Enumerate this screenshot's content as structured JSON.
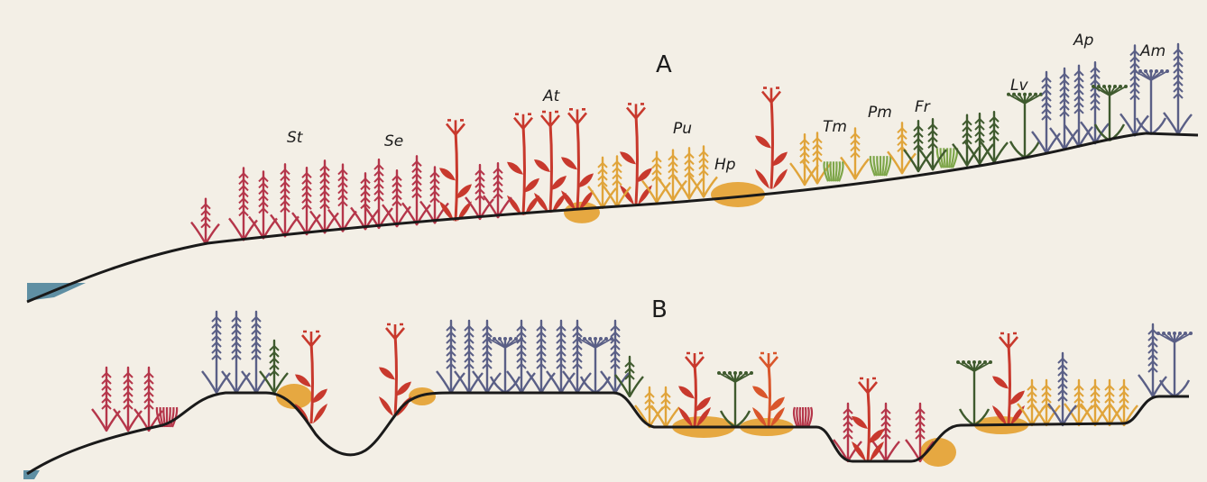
{
  "panels": [
    {
      "id": "A",
      "label": "A"
    },
    {
      "id": "B",
      "label": "B"
    }
  ],
  "species_labels": [
    "St",
    "Se",
    "At",
    "Pu",
    "Hp",
    "Tm",
    "Pm",
    "Fr",
    "Lv",
    "Ap",
    "Am"
  ],
  "colors": {
    "background": "#f3efe6",
    "ground_line": "#1a1a1a",
    "water": "#5f8fa3",
    "crimson": "#b5364a",
    "red": "#c8392d",
    "orange_red": "#d9562b",
    "ochre": "#e0a43a",
    "ochre_fill": "#e6a841",
    "green": "#7ea64a",
    "dark_green": "#3f5a2e",
    "slate_blue": "#5a5f86"
  }
}
